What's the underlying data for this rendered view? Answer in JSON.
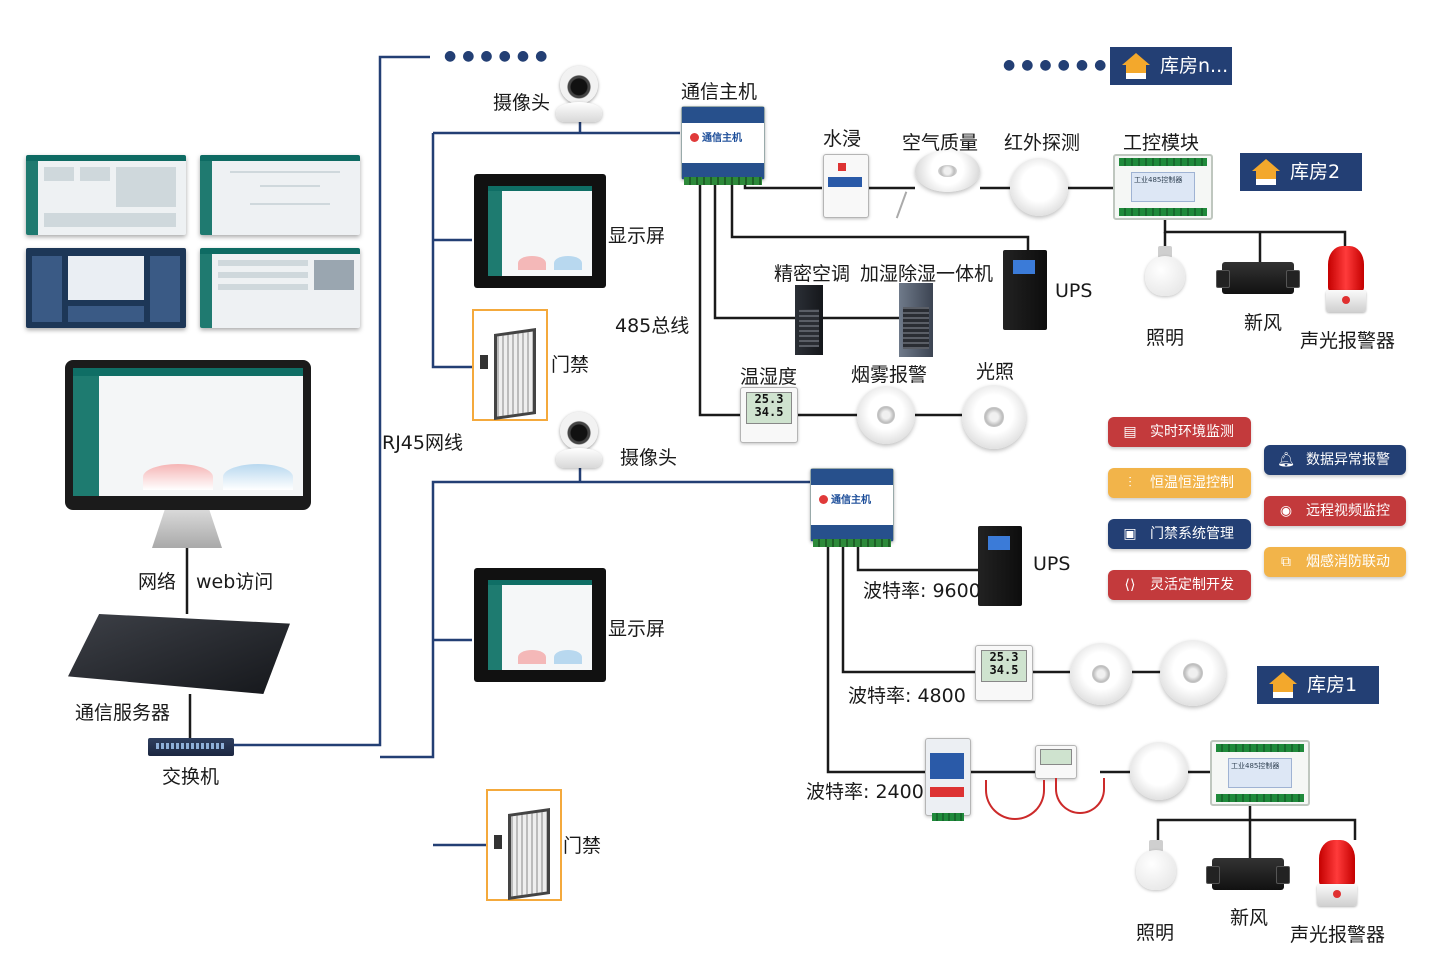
{
  "labels": {
    "camera_top": "摄像头",
    "camera_mid": "摄像头",
    "host_top": "通信主机",
    "display_top": "显示屏",
    "display_bottom": "显示屏",
    "door_top": "门禁",
    "door_bottom": "门禁",
    "bus485": "485总线",
    "rj45": "RJ45网线",
    "network": "网络",
    "web_access": "web访问",
    "server": "通信服务器",
    "switch": "交换机",
    "water": "水浸",
    "air_quality": "空气质量",
    "infrared": "红外探测",
    "io_module": "工控模块",
    "precision_ac": "精密空调",
    "humidifier": "加湿除湿一体机",
    "ups_top": "UPS",
    "ups_bottom": "UPS",
    "temp_humidity": "温湿度",
    "smoke": "烟雾报警",
    "light_sensor": "光照",
    "lighting_top": "照明",
    "fan_top": "新风",
    "alarm_top": "声光报警器",
    "lighting_bottom": "照明",
    "fan_bottom": "新风",
    "alarm_bottom": "声光报警器",
    "baud_9600": "波特率: 9600",
    "baud_4800": "波特率: 4800",
    "baud_2400": "波特率: 2400"
  },
  "rooms": {
    "room_n": "库房n...",
    "room_2": "库房2",
    "room_1": "库房1"
  },
  "features": {
    "left": [
      "实时环境监测",
      "恒温恒湿控制",
      "门禁系统管理",
      "灵活定制开发"
    ],
    "right": [
      "数据异常报警",
      "远程视频监控",
      "烟感消防联动"
    ]
  },
  "device_text": {
    "host_logo": "通信主机",
    "io_panel": "工业485控制器",
    "lcd_top": [
      "25.3",
      "34.5"
    ],
    "lcd_bottom": [
      "25.3",
      "34.5"
    ]
  },
  "colors": {
    "navy": "#233f74",
    "red_badge": "#c33a3c",
    "gold_badge": "#f2b44a",
    "house_icon": "#f3a82c",
    "wire": "#1a1a1a"
  }
}
